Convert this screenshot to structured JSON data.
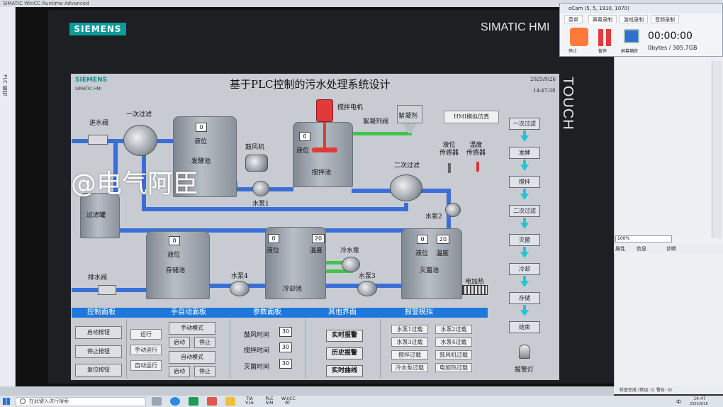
{
  "window": {
    "title": "SIMATIC WinCC Runtime Advanced"
  },
  "left_strip": {
    "label": "PLC 编程"
  },
  "hmi": {
    "brand": "SIEMENS",
    "model": "SIMATIC HMI",
    "touch": "TOUCH",
    "screen": {
      "brand": "SIEMENS",
      "model": "SIMATIC HMI",
      "title": "基于PLC控制的污水处理系统设计",
      "date": "2025/9/26",
      "time": "14:47:38",
      "sim_button": "HMI模拟仿真",
      "labels": {
        "inlet_valve": "进水阀",
        "first_filter": "一次过滤",
        "ferment_tank": "发酵池",
        "level": "液位",
        "blower": "鼓风机",
        "pump1": "水泵1",
        "agitator_motor": "搅拌电机",
        "flocculant_valve": "絮凝剂阀",
        "flocculant": "絮凝剂",
        "mix_tank": "搅拌池",
        "second_filter": "二次过滤",
        "level_sensor": "液位\n传感器",
        "temp_sensor": "温度\n传感器",
        "filter_tank": "过滤罐",
        "pump2": "水泵2",
        "storage_tank": "存储池",
        "cool_tank": "冷却池",
        "temperature": "温度",
        "cool_pump": "冷水泵",
        "pump3": "水泵3",
        "pump4": "水泵4",
        "sterilize_tank": "灭菌池",
        "heater": "电加热",
        "drain_valve": "排水阀",
        "alarm_light": "报警灯"
      },
      "values": {
        "ferment_level": "0",
        "mix_level": "0",
        "storage_level": "0",
        "cool_level": "0",
        "cool_temp": "20",
        "sterilize_level": "0",
        "sterilize_temp": "20"
      },
      "flow_steps": [
        "一次过滤",
        "发酵",
        "搅拌",
        "二次过滤",
        "灭菌",
        "冷却",
        "存储",
        "结束"
      ],
      "panel_headers": [
        "控制面板",
        "手自动面板",
        "参数面板",
        "其他界面",
        "报警模拟"
      ],
      "control_buttons": [
        "启动按钮",
        "停止按钮",
        "复位按钮"
      ],
      "auto_buttons": {
        "run": "运行",
        "manual_run": "手动运行",
        "auto_run": "自动运行",
        "manual_mode": "手动模式",
        "start1": "启动",
        "stop1": "停止",
        "auto_mode": "自动模式",
        "start2": "启动",
        "stop2": "停止"
      },
      "params": [
        {
          "label": "鼓风时间",
          "value": "30"
        },
        {
          "label": "搅拌时间",
          "value": "30"
        },
        {
          "label": "灭菌时间",
          "value": "30"
        }
      ],
      "other_buttons": [
        "实时报警",
        "历史报警",
        "实时曲线"
      ],
      "alarm_buttons": [
        "水泵1过载",
        "水泵2过载",
        "水泵3过载",
        "水泵4过载",
        "搅拌过载",
        "鼓风机过载",
        "冷水泵过载",
        "电加热过载"
      ]
    }
  },
  "watermark": "@电气阿臣",
  "ocam": {
    "title": "oCam (5, 5, 1910, 1070)",
    "tabs": [
      "菜单",
      "屏幕录制",
      "游戏录制",
      "音频录制"
    ],
    "stop": "停止",
    "pause": "暂停",
    "capture": "屏幕捕获",
    "timer": "00:00:00",
    "size": "0bytes / 305.7GB"
  },
  "right_panel": {
    "zoom": "100%",
    "tabs": [
      "属性",
      "信息",
      "诊断"
    ],
    "status": "检查完成 (错误: 0; 警告: 0)"
  },
  "taskbar": {
    "search_placeholder": "在此键入进行搜索",
    "apps": [
      "TIA V16",
      "PLC SIM",
      "WinCC RT"
    ],
    "time": "14:47",
    "date": "2025/9/26",
    "ime": "中"
  },
  "colors": {
    "water_pipe": "#3b6fd8",
    "chem_pipe": "#3fc34a",
    "panel_bar": "#1e78dc",
    "flow_arrow": "#23c4d8",
    "brand": "#0d9a9a"
  }
}
